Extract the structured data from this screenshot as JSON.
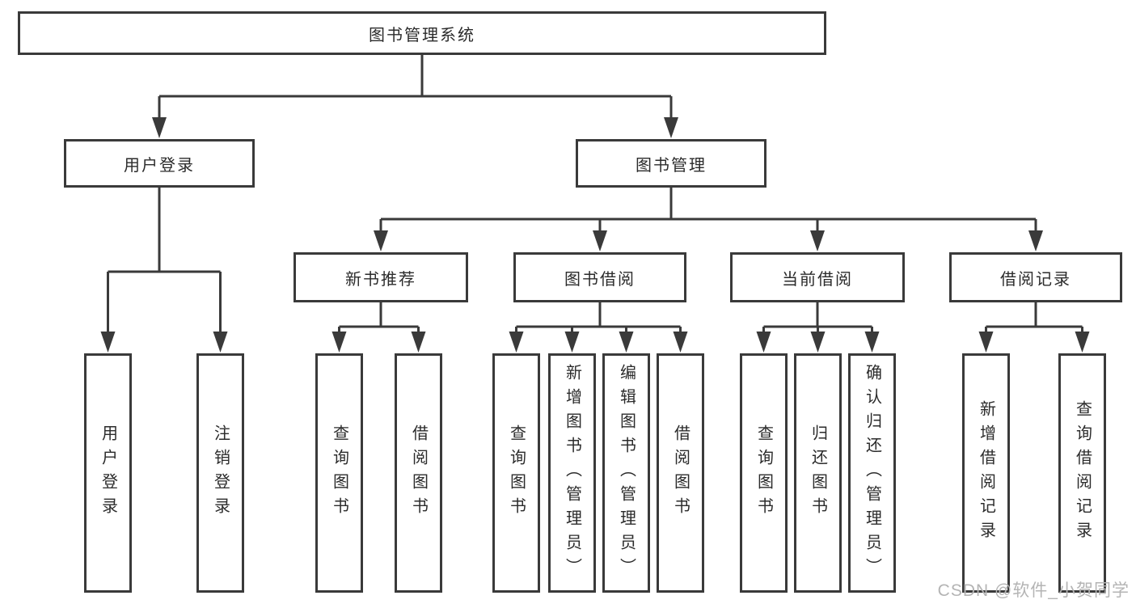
{
  "diagram": {
    "type": "tree",
    "tree": {
      "label": "图书管理系统",
      "children": [
        {
          "label": "用户登录",
          "children": [
            {
              "label": "用户登录"
            },
            {
              "label": "注销登录"
            }
          ]
        },
        {
          "label": "图书管理",
          "children": [
            {
              "label": "新书推荐",
              "children": [
                {
                  "label": "查询图书"
                },
                {
                  "label": "借阅图书"
                }
              ]
            },
            {
              "label": "图书借阅",
              "children": [
                {
                  "label": "查询图书"
                },
                {
                  "label": "新增图书（管理员）"
                },
                {
                  "label": "编辑图书（管理员）"
                },
                {
                  "label": "借阅图书"
                }
              ]
            },
            {
              "label": "当前借阅",
              "children": [
                {
                  "label": "查询图书"
                },
                {
                  "label": "归还图书"
                },
                {
                  "label": "确认归还（管理员）"
                }
              ]
            },
            {
              "label": "借阅记录",
              "children": [
                {
                  "label": "新增借阅记录"
                },
                {
                  "label": "查询借阅记录"
                }
              ]
            }
          ]
        }
      ]
    }
  },
  "watermark": {
    "text": "CSDN @软件_小贺同学"
  },
  "colors": {
    "line": "#3a3a3a",
    "box_border": "#3a3a3a",
    "text": "#2b2b2b",
    "background": "#ffffff",
    "watermark": "#b4b4b4"
  }
}
